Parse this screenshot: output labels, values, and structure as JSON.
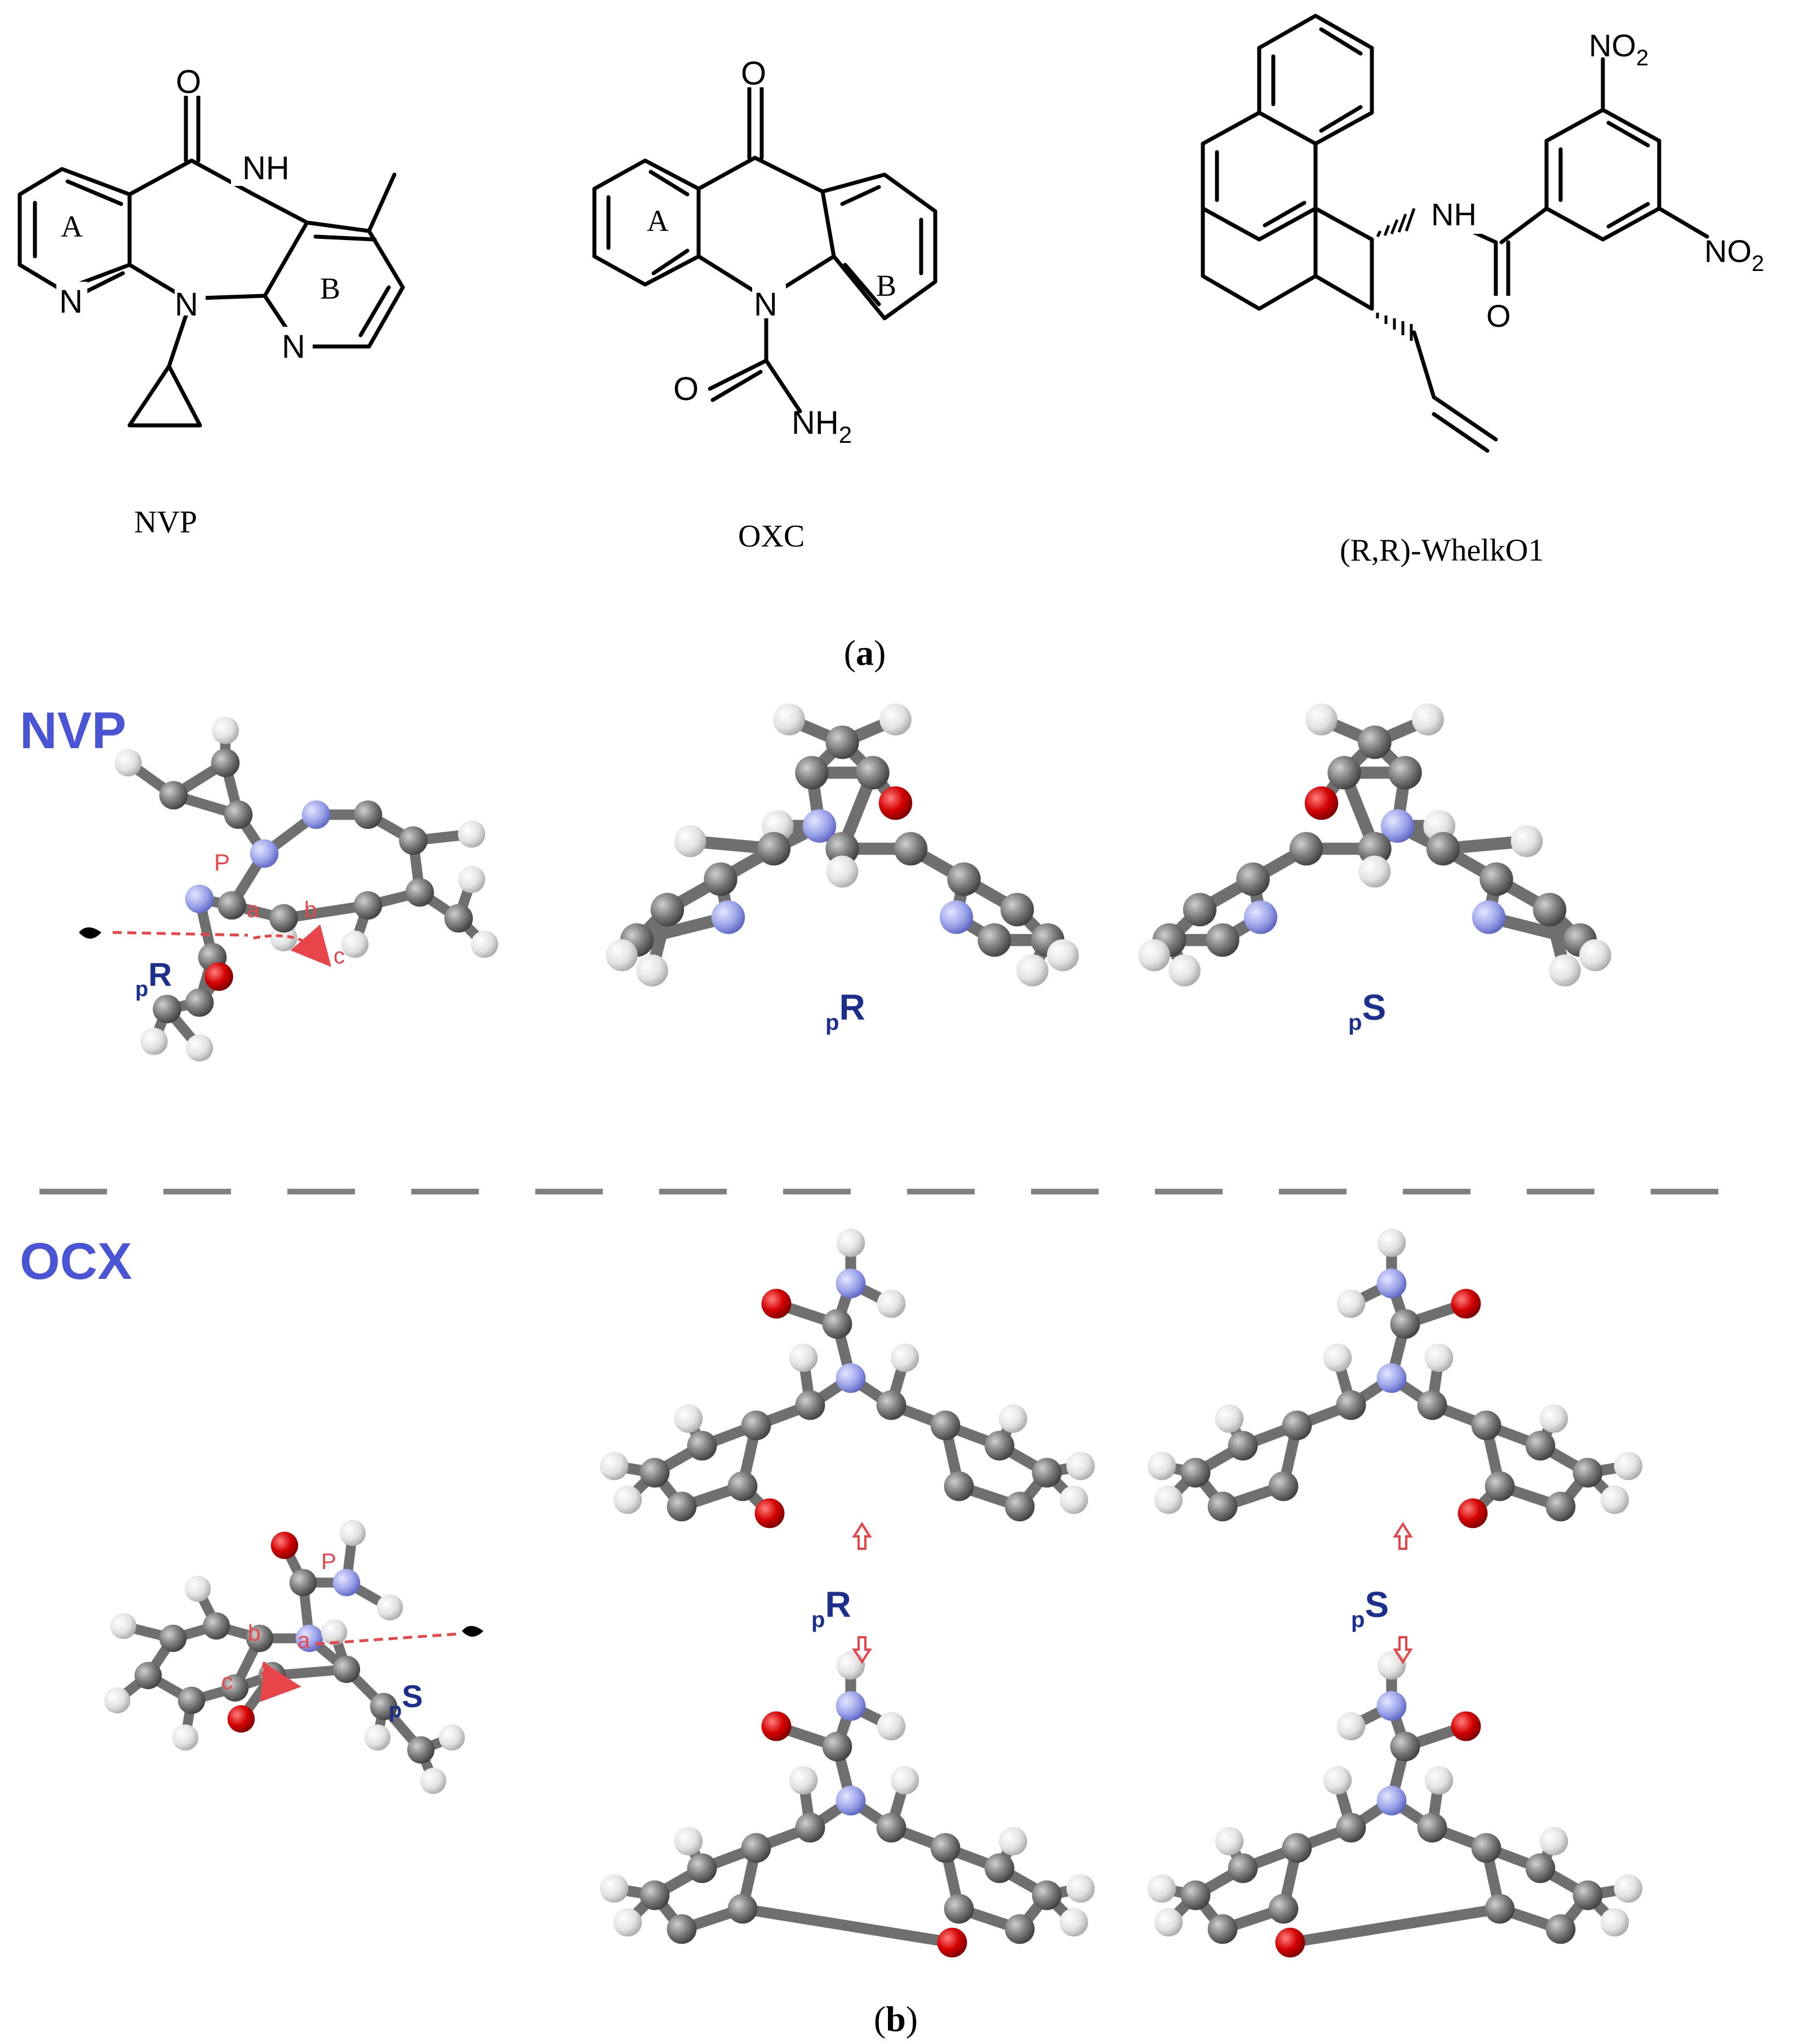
{
  "panel_a": {
    "caption_prefix": "(",
    "caption_letter": "a",
    "caption_suffix": ")",
    "molecules": [
      {
        "name": "NVP",
        "ring_labels": [
          "A",
          "B"
        ],
        "atoms": {
          "carbonyl_o": "O",
          "amide_nh": "NH",
          "ring_n_a": "N",
          "ring_n_b": "N",
          "bridge_n": "N"
        }
      },
      {
        "name": "OXC",
        "ring_labels": [
          "A",
          "B"
        ],
        "atoms": {
          "ketone_o": "O",
          "bridge_n": "N",
          "amide_o": "O",
          "nh2": "NH",
          "nh2_sub": "2"
        }
      },
      {
        "name": "(R,R)-WhelkO1",
        "atoms": {
          "no2_top": "NO",
          "no2_top_sub": "2",
          "no2_right": "NO",
          "no2_right_sub": "2",
          "nh": "NH",
          "o": "O"
        }
      }
    ]
  },
  "panel_b": {
    "caption_prefix": "(",
    "caption_letter": "b",
    "caption_suffix": ")",
    "nvp": {
      "title": "NVP",
      "view_labels": {
        "p": "P",
        "a": "a",
        "b": "b",
        "c": "c"
      },
      "marker_prefix": "p",
      "marker": "R",
      "conformers": [
        {
          "prefix": "p",
          "label": "R"
        },
        {
          "prefix": "p",
          "label": "S"
        }
      ]
    },
    "ocx": {
      "title": "OCX",
      "view_labels": {
        "p": "P",
        "a": "a",
        "b": "b",
        "c": "c"
      },
      "marker_prefix": "p",
      "marker": "S",
      "conformers": [
        {
          "prefix": "p",
          "label": "R"
        },
        {
          "prefix": "p",
          "label": "S"
        }
      ]
    }
  },
  "colors": {
    "title_blue": "#4a55d6",
    "label_navy": "#1c2f8c",
    "oxygen_red": "#d40000",
    "nitrogen_blue": "#9aa2e8",
    "carbon_gray": "#7a7a7a",
    "hydrogen_white": "#e6e6e6",
    "annotation_red": "#e8454a",
    "divider_gray": "#808080"
  }
}
